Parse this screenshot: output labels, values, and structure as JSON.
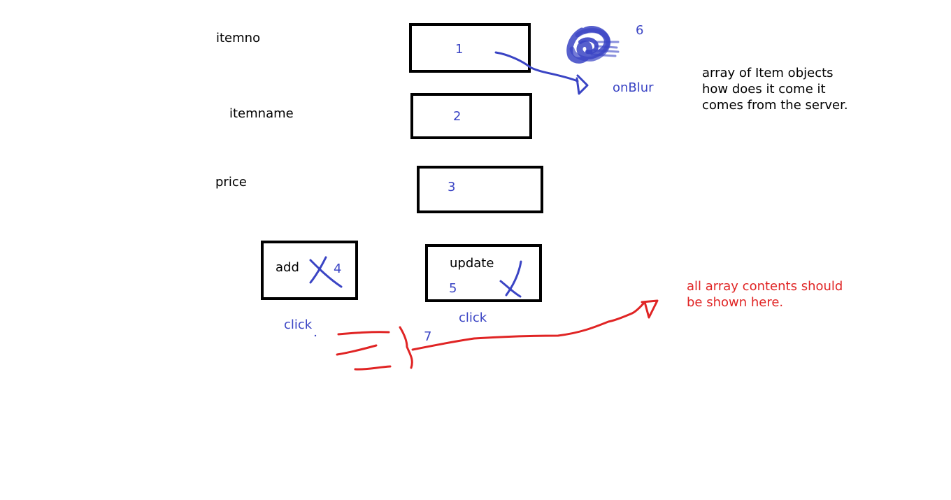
{
  "fields": {
    "itemno_label": "itemno",
    "itemname_label": "itemname",
    "price_label": "price"
  },
  "inputs": {
    "itemno_number": "1",
    "itemname_number": "2",
    "price_number": "3"
  },
  "buttons": {
    "add_label": "add",
    "add_number": "4",
    "update_label": "update",
    "update_number": "5"
  },
  "annotations": {
    "add_click": "click",
    "update_click": "click",
    "onblur": "onBlur",
    "onblur_number": "6",
    "array_number": "7"
  },
  "notes": {
    "server_note": [
      "array of Item objects",
      "how does it come it",
      "comes from the server."
    ],
    "display_note": [
      "all array contents should",
      "be shown here."
    ]
  },
  "colors": {
    "ink": "#000000",
    "marker_blue": "#3a44c4",
    "marker_red": "#e02424"
  }
}
